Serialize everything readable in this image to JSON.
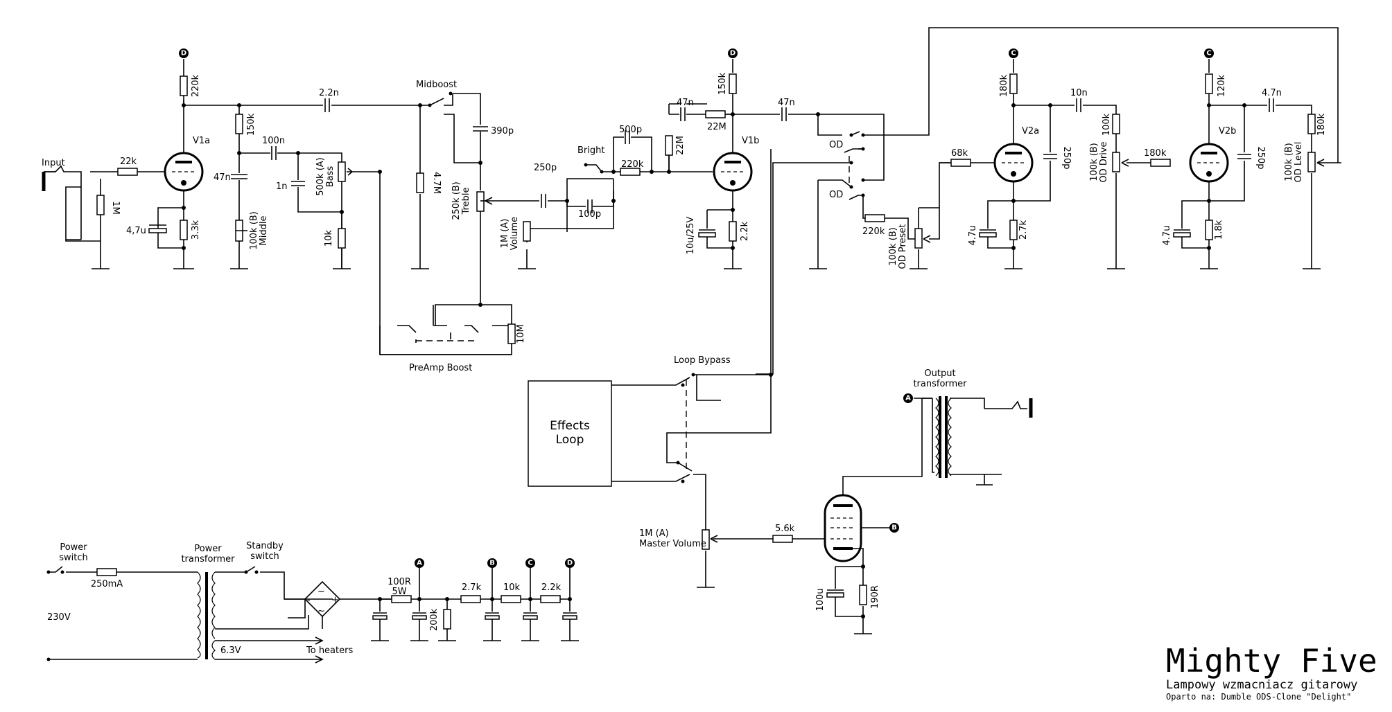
{
  "title": {
    "main": "Mighty Five",
    "subtitle": "Lampowy wzmacniacz gitarowy",
    "based_on": "Oparto na: Dumble ODS-Clone \"Delight\""
  },
  "terminals": {
    "a": "A",
    "b": "B",
    "c": "C",
    "d": "D"
  },
  "tubes": {
    "v1a": "V1a",
    "v1b": "V1b",
    "v2a": "V2a",
    "v2b": "V2b"
  },
  "labels": {
    "input": "Input",
    "midboost": "Midboost",
    "bright": "Bright",
    "od1": "OD",
    "od2": "OD",
    "preamp_boost": "PreAmp Boost",
    "loop_bypass": "Loop Bypass",
    "effects_loop_1": "Effects",
    "effects_loop_2": "Loop",
    "output_transformer_1": "Output",
    "output_transformer_2": "transformer",
    "master_volume_1": "1M (A)",
    "master_volume_2": "Master Volume",
    "power_switch_1": "Power",
    "power_switch_2": "switch",
    "power_transformer_1": "Power",
    "power_transformer_2": "transformer",
    "standby_switch_1": "Standby",
    "standby_switch_2": "switch",
    "mains": "230V",
    "fuse": "250mA",
    "heater_voltage": "6.3V",
    "to_heaters": "To heaters"
  },
  "components": {
    "r_22k_in": "22k",
    "r_1m_in": "1M",
    "c_4_7u_a": "4,7u",
    "r_3_3k": "3.3k",
    "r_220k_v1a": "220k",
    "c_2_2n": "2.2n",
    "r_150k_a": "150k",
    "c_47n_a": "47n",
    "pot_middle_1": "100k (B)",
    "pot_middle_2": "Middle",
    "c_100n": "100n",
    "c_1n": "1n",
    "pot_bass_1": "500k (A)",
    "pot_bass_2": "Bass",
    "r_10k_a": "10k",
    "r_4_7m": "4.7M",
    "c_390p": "390p",
    "pot_treble_1": "250k (B)",
    "pot_treble_2": "Treble",
    "r_10m": "10M",
    "c_250p_a": "250p",
    "c_500p": "500p",
    "r_220k_b": "220k",
    "c_100p": "100p",
    "pot_volume_1": "1M (A)",
    "pot_volume_2": "Volume",
    "c_47n_b": "47n",
    "r_22m_a": "22M",
    "r_22m_b": "22M",
    "r_150k_v1b": "150k",
    "c_10u_25v": "10u/25V",
    "r_2_2k_v1b": "2.2k",
    "c_47n_c": "47n",
    "r_220k_c": "220k",
    "pot_od_preset_1": "100k (B)",
    "pot_od_preset_2": "OD Preset",
    "r_68k": "68k",
    "r_180k_v2a": "180k",
    "c_250p_b": "250p",
    "c_4_7u_b": "4.7u",
    "r_2_7k_v2a": "2.7k",
    "c_10n": "10n",
    "r_100k_drive": "100k",
    "pot_od_drive_1": "100k (B)",
    "pot_od_drive_2": "OD Drive",
    "r_180k_b": "180k",
    "r_120k": "120k",
    "c_250p_c": "250p",
    "c_4_7u_c": "4.7u",
    "r_1_8k": "1.8k",
    "c_4_7n": "4.7n",
    "r_180k_level": "180k",
    "pot_od_level_1": "100k (B)",
    "pot_od_level_2": "OD Level",
    "r_5_6k": "5.6k",
    "c_100u": "100u",
    "r_190r": "190R",
    "r_100r_1": "100R",
    "r_100r_2": "5W",
    "r_200k": "200k",
    "r_2_7k_ps": "2.7k",
    "r_10k_ps": "10k",
    "r_2_2k_ps": "2.2k"
  }
}
